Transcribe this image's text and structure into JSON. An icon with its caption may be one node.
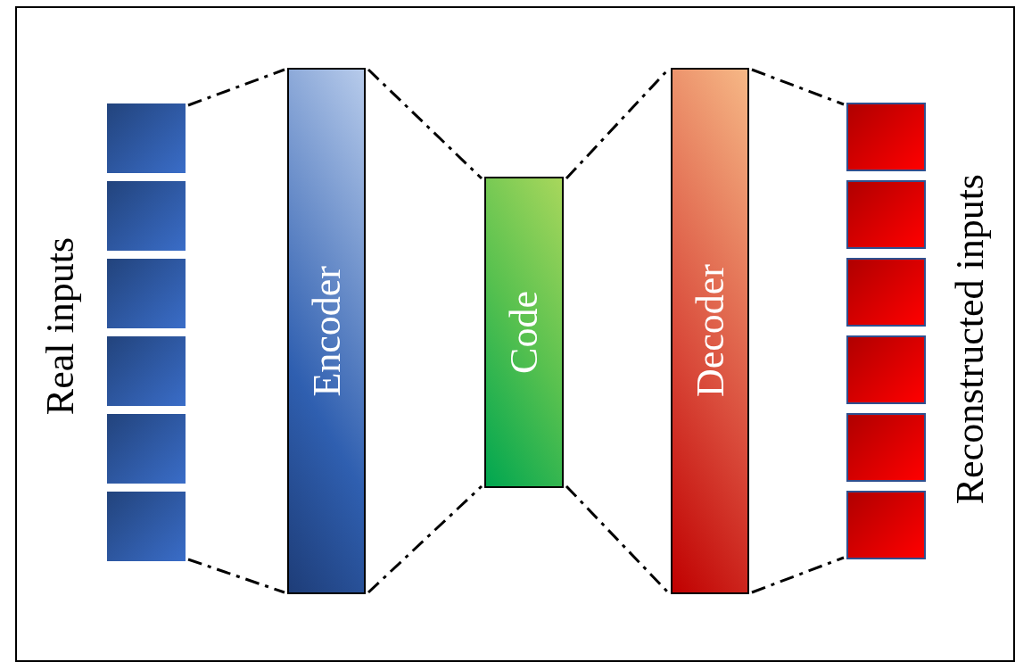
{
  "diagram": {
    "nodes": [
      {
        "text": [],
        "shape": "box"
      },
      {
        "text": [],
        "shape": "box"
      },
      {
        "text": [],
        "shape": "box"
      },
      {
        "text": [],
        "shape": "box"
      },
      {
        "text": [],
        "shape": "box"
      },
      {
        "text": [],
        "shape": "box"
      },
      {
        "text": [
          "Encoder"
        ]
      },
      {
        "text": [
          "Code"
        ]
      },
      {
        "text": [
          "Decoder"
        ]
      },
      {
        "text": [],
        "shape": "box"
      },
      {
        "text": [],
        "shape": "box"
      },
      {
        "text": [],
        "shape": "box"
      },
      {
        "text": [],
        "shape": "box"
      },
      {
        "text": [],
        "shape": "box"
      },
      {
        "text": [],
        "shape": "box"
      }
    ],
    "edges": [
      {
        "from": 0,
        "to": 6,
        "arrow": "none",
        "style": "dashed"
      },
      {
        "from": 5,
        "to": 6,
        "arrow": "none",
        "style": "dashed"
      },
      {
        "from": 6,
        "to": 7,
        "arrow": "none",
        "style": "dashed"
      },
      {
        "from": 6,
        "to": 7,
        "arrow": "none",
        "style": "dashed"
      },
      {
        "from": 7,
        "to": 8,
        "arrow": "none",
        "style": "dashed"
      },
      {
        "from": 7,
        "to": 8,
        "arrow": "none",
        "style": "dashed"
      },
      {
        "from": 8,
        "to": 9,
        "arrow": "none",
        "style": "dashed"
      },
      {
        "from": 8,
        "to": 14,
        "arrow": "none",
        "style": "dashed"
      }
    ],
    "labels": [
      "Real inputs",
      "Reconstructed inputs"
    ]
  }
}
